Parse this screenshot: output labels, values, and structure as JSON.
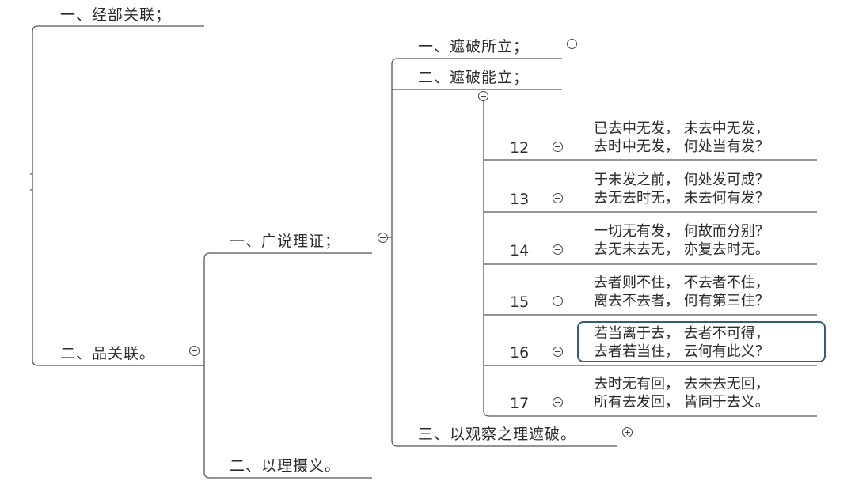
{
  "root": {
    "children": [
      {
        "id": "n1",
        "label": "一、经部关联；"
      },
      {
        "id": "n2",
        "label": "二、品关联。",
        "toggle": "minus"
      }
    ]
  },
  "pin_guang": {
    "children": [
      {
        "id": "n21",
        "label": "一、广说理证；",
        "toggle": "minus"
      },
      {
        "id": "n22",
        "label": "二、以理摄义。"
      }
    ]
  },
  "guangshuo": {
    "children": [
      {
        "id": "n211",
        "label": "一、遮破所立；",
        "toggle": "plus"
      },
      {
        "id": "n212",
        "label": "二、遮破能立；",
        "toggle": "minus"
      },
      {
        "id": "n213",
        "label": "三、以观察之理遮破。",
        "toggle": "plus"
      }
    ]
  },
  "verses": [
    {
      "num": "12",
      "line1": "已去中无发，  未去中无发，",
      "line2": "去时中无发，  何处当有发？"
    },
    {
      "num": "13",
      "line1": "于未发之前，  何处发可成？",
      "line2": "去无去时无，  未去何有发？"
    },
    {
      "num": "14",
      "line1": "一切无有发，  何故而分别？",
      "line2": "去无未去无，  亦复去时无。"
    },
    {
      "num": "15",
      "line1": "去者则不住，  不去者不住，",
      "line2": "离去不去者，  何有第三住？"
    },
    {
      "num": "16",
      "line1": "若当离于去，  去者不可得，",
      "line2": "去者若当住，  云何有此义？",
      "highlighted": true
    },
    {
      "num": "17",
      "line1": "去时无有回，  去未去无回，",
      "line2": "所有去发回，  皆同于去义。"
    }
  ],
  "colors": {
    "line": "#555555",
    "highlight": "#3a5a7c",
    "text": "#2b2b2b"
  }
}
